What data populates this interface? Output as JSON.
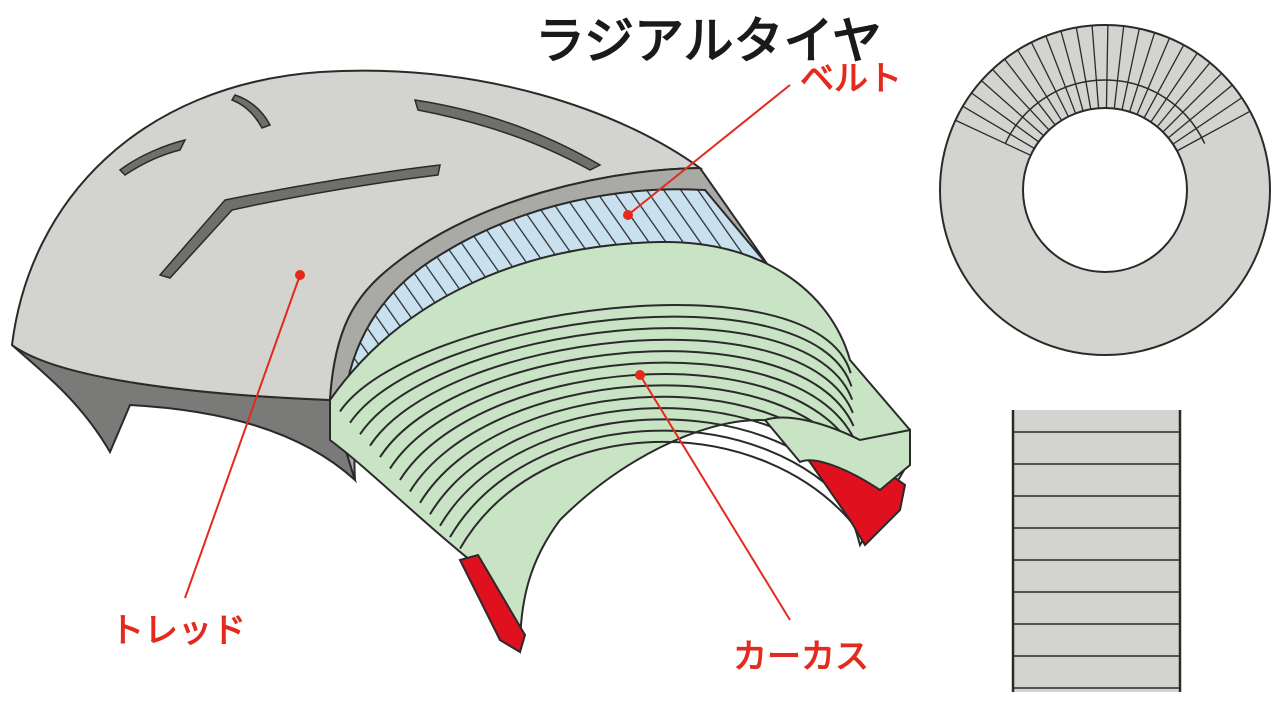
{
  "title": "ラジアルタイヤ",
  "labels": {
    "belt": "ベルト",
    "tread": "トレッド",
    "carcass": "カーカス"
  },
  "colors": {
    "tread": "#d3d3d0",
    "sidewall": "#7a7a78",
    "belt": "#c9e0ee",
    "carcass": "#c9e4c5",
    "bead": "#e0101e",
    "label": "#e32a1c",
    "outline": "#2a2a2a"
  }
}
